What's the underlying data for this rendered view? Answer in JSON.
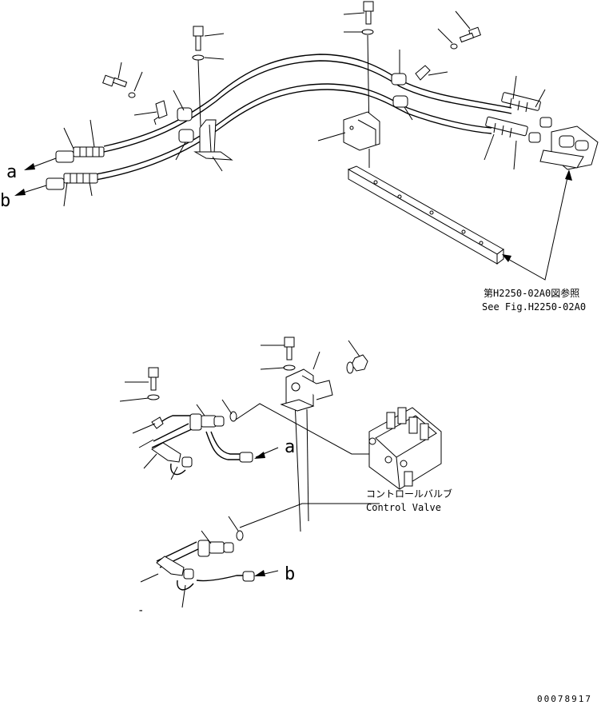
{
  "upper_view": {
    "port_a_label": "a",
    "port_b_label": "b",
    "reference_note": {
      "japanese": "第H2250-02A0図参照",
      "english": "See Fig.H2250-02A0"
    }
  },
  "lower_view": {
    "port_a_label": "a",
    "port_b_label": "b",
    "valve_label": {
      "japanese": "コントロールバルブ",
      "english": "Control Valve"
    },
    "stray_mark": "-"
  },
  "drawing_number": "00078917"
}
